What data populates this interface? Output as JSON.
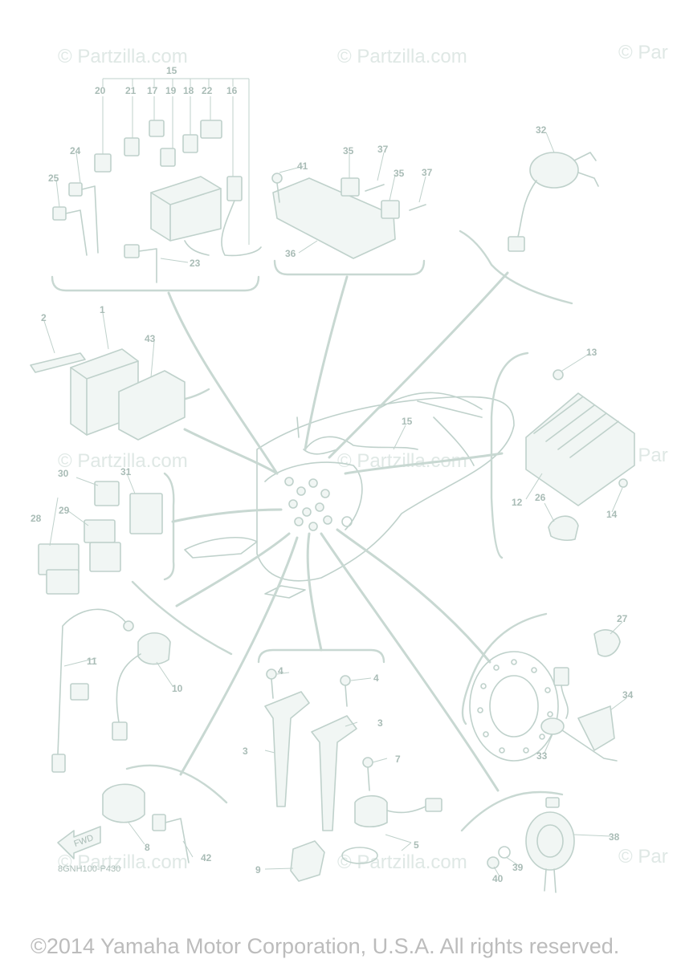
{
  "watermark": "© Partzilla.com",
  "watermark_cut": "© Par",
  "diagram_code": "8GNH100-P430",
  "fwd_label": "FWD",
  "footer": "©2014 Yamaha Motor Corporation, U.S.A. All rights reserved.",
  "callouts": {
    "c1": "1",
    "c2": "2",
    "c3a": "3",
    "c3b": "3",
    "c4a": "4",
    "c4b": "4",
    "c5": "5",
    "c7": "7",
    "c8": "8",
    "c9": "9",
    "c10": "10",
    "c11": "11",
    "c12": "12",
    "c13": "13",
    "c14": "14",
    "c15a": "15",
    "c15b": "15",
    "c16": "16",
    "c17": "17",
    "c18": "18",
    "c19": "19",
    "c20": "20",
    "c21": "21",
    "c22": "22",
    "c23": "23",
    "c24": "24",
    "c25": "25",
    "c26": "26",
    "c27": "27",
    "c28": "28",
    "c29": "29",
    "c30": "30",
    "c31": "31",
    "c32": "32",
    "c33": "33",
    "c34": "34",
    "c35a": "35",
    "c35b": "35",
    "c36": "36",
    "c37a": "37",
    "c37b": "37",
    "c38": "38",
    "c39": "39",
    "c40": "40",
    "c41": "41",
    "c42": "42",
    "c43": "43"
  },
  "colors": {
    "line_art": "#bfd1cb",
    "callout_text": "#a9bcb6",
    "watermark": "#dfe8e5",
    "footer_text": "#bcbcbc"
  }
}
